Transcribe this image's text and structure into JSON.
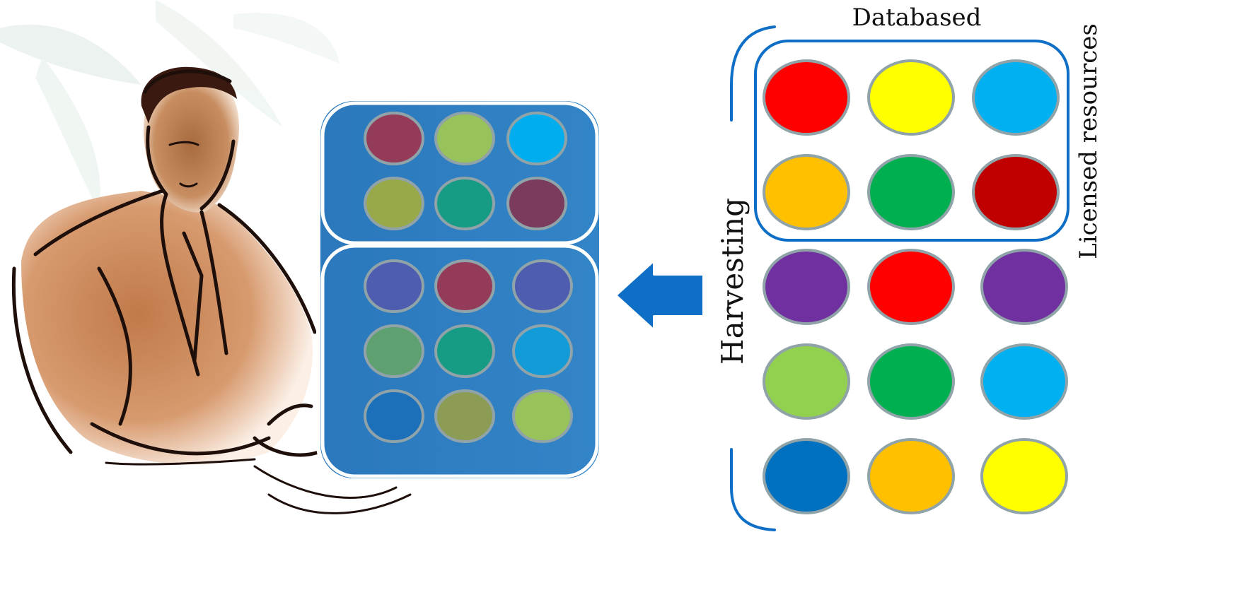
{
  "labels": {
    "databased": "Databased",
    "licensed": "Licensed resources",
    "harvesting": "Harvesting"
  },
  "colors": {
    "accent_blue": "#0F6FC6",
    "panel_blue": "#2E7FC2",
    "circle_border": "#8FA3A8"
  },
  "panel": {
    "top_rows": [
      [
        "#953B5A",
        "#98C25A",
        "#00AEEF"
      ],
      [
        "#98A94A",
        "#169B84",
        "#7A3B5C"
      ]
    ],
    "bottom_rows": [
      [
        "#4E5DB0",
        "#953B5A",
        "#4E5DB0"
      ],
      [
        "#5EA070",
        "#169B84",
        "#139BD8"
      ],
      [
        "#1C70BA",
        "#8C9C55",
        "#98C25A"
      ]
    ]
  },
  "grid": {
    "rows": [
      [
        "#FF0000",
        "#FFFF00",
        "#00B0F0"
      ],
      [
        "#FFC000",
        "#00B050",
        "#C00000"
      ],
      [
        "#7030A0",
        "#FF0000",
        "#7030A0"
      ],
      [
        "#92D050",
        "#00B050",
        "#00B0F0"
      ],
      [
        "#0070C0",
        "#FFC000",
        "#FFFF00"
      ]
    ]
  },
  "icons": {
    "person": "businessman-at-desk-illustration",
    "arrow": "left-arrow-icon"
  }
}
